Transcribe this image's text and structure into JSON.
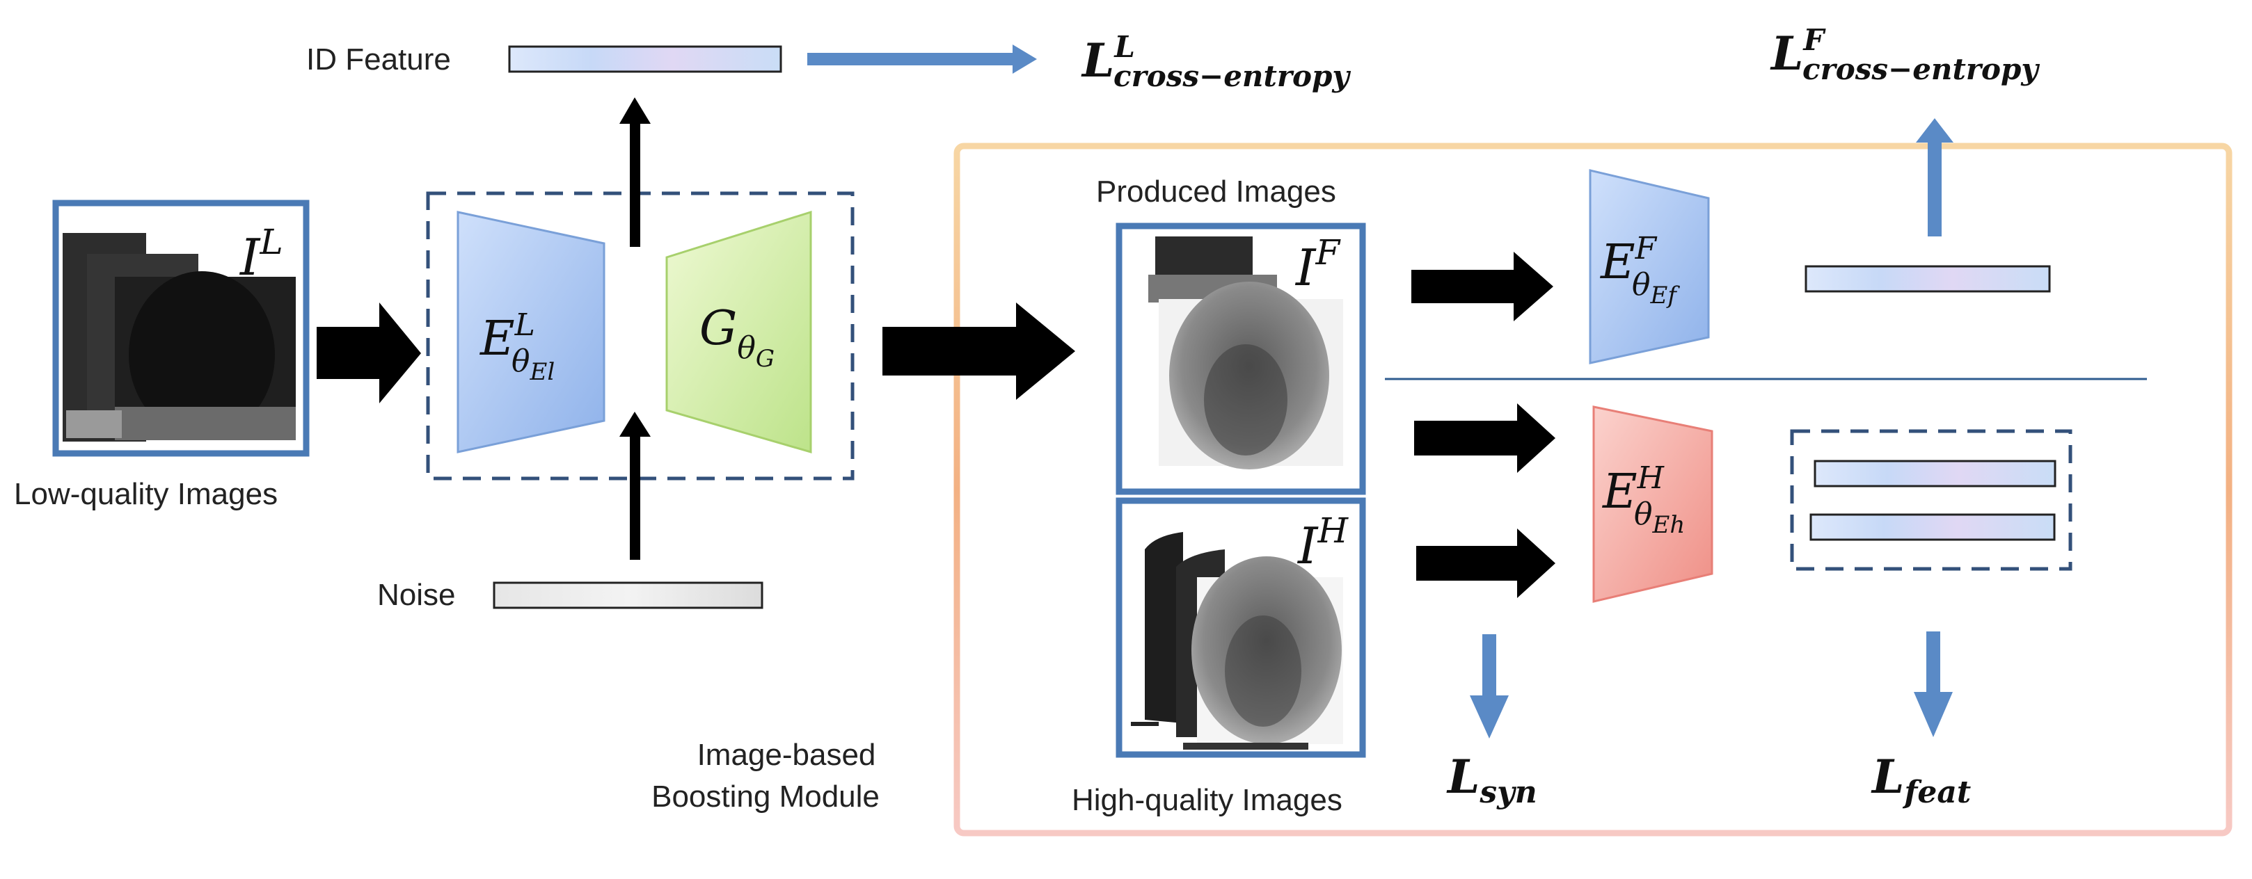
{
  "labels": {
    "id_feature": "ID Feature",
    "noise": "Noise",
    "low_quality": "Low-quality Images",
    "produced": "Produced Images",
    "high_quality": "High-quality Images",
    "module_line1": "Image-based",
    "module_line2": "Boosting Module"
  },
  "math": {
    "I_L_base": "I",
    "I_L_sup": "L",
    "I_F_base": "I",
    "I_F_sup": "F",
    "I_H_base": "I",
    "I_H_sup": "H",
    "E_L_base": "E",
    "E_L_sup": "L",
    "E_L_sub": "θ",
    "E_L_subsub": "El",
    "G_base": "G",
    "G_sub": "θ",
    "G_subsub": "G",
    "E_F_base": "E",
    "E_F_sup": "F",
    "E_F_sub": "θ",
    "E_F_subsub": "Ef",
    "E_H_base": "E",
    "E_H_sup": "H",
    "E_H_sub": "θ",
    "E_H_subsub": "Eh",
    "L_ce_L_base": "L",
    "L_ce_L_sup": "L",
    "L_ce_L_sub": "cross−entropy",
    "L_ce_F_base": "L",
    "L_ce_F_sup": "F",
    "L_ce_F_sub": "cross−entropy",
    "L_syn_base": "L",
    "L_syn_sub": "syn",
    "L_feat_base": "L",
    "L_feat_sub": "feat"
  },
  "colors": {
    "frame_blue": "#4a7ab5",
    "arrow_blue": "#5a8ac6",
    "module_border": "#f6c98f",
    "encoder_blue": "#a9c6f2",
    "generator_green": "#d4efa5",
    "encoder_red": "#f5aaa3"
  }
}
